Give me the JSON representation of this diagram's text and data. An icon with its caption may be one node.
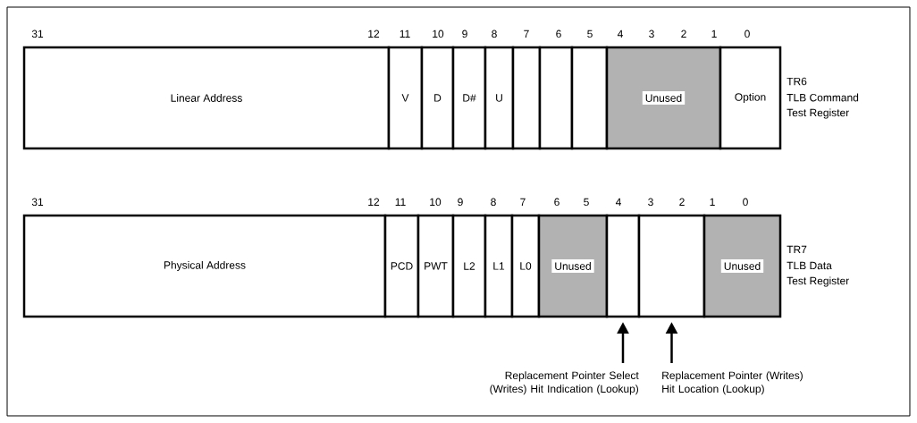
{
  "diagram": {
    "nodes": [
      {
        "text": [
          "Linear Address"
        ]
      },
      {
        "text": [
          "V"
        ]
      },
      {
        "text": [
          "D"
        ]
      },
      {
        "text": [
          "D#"
        ]
      },
      {
        "text": [
          "U"
        ]
      },
      {
        "text": [],
        "shape": "box"
      },
      {
        "text": [],
        "shape": "box"
      },
      {
        "text": [],
        "shape": "box"
      },
      {
        "text": [
          "Unused"
        ]
      },
      {
        "text": [
          "Option"
        ]
      },
      {
        "text": [
          "Physical Address"
        ]
      },
      {
        "text": [
          "PCD"
        ]
      },
      {
        "text": [
          "PWT"
        ]
      },
      {
        "text": [
          "L2"
        ]
      },
      {
        "text": [
          "L1"
        ]
      },
      {
        "text": [
          "L0"
        ]
      },
      {
        "text": [
          "Unused"
        ]
      },
      {
        "text": [],
        "shape": "box"
      },
      {
        "text": [],
        "shape": "box"
      },
      {
        "text": [
          "Unused"
        ]
      },
      {
        "text": [
          "Replacement Pointer Select (Writes) Hit Indication (Lookup)"
        ]
      },
      {
        "text": [
          "Replacement Pointer (Writes) Hit Location (Lookup)"
        ]
      }
    ],
    "edges": [
      {
        "from": 20,
        "to": 17,
        "arrow": "to"
      },
      {
        "from": 21,
        "to": 18,
        "arrow": "to"
      }
    ],
    "labels": [
      "31",
      "12",
      "11",
      "10",
      "9",
      "8",
      "7",
      "6",
      "5",
      "4",
      "3",
      "2",
      "1",
      "0",
      "TR6",
      "TLB Command",
      "Test Register",
      "31",
      "12",
      "11",
      "10",
      "9",
      "8",
      "7",
      "6",
      "5",
      "4",
      "3",
      "2",
      "1",
      "0",
      "TR7",
      "TLB Data",
      "Test Register"
    ]
  }
}
